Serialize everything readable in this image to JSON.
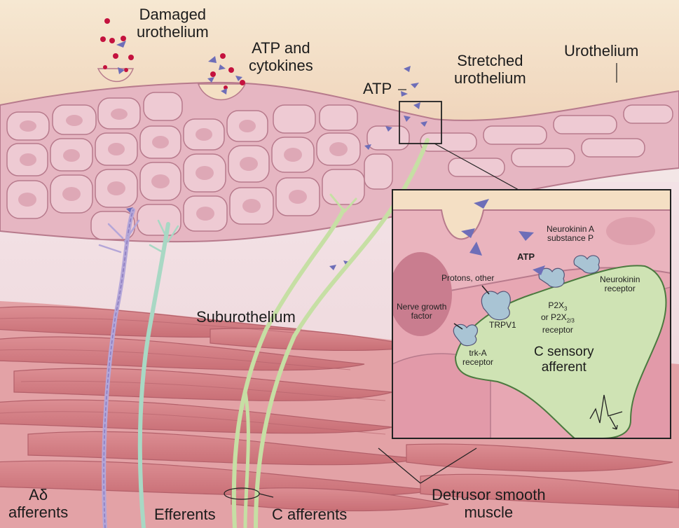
{
  "labels": {
    "damaged_urothelium": [
      "Damaged",
      "urothelium"
    ],
    "atp_cytokines": [
      "ATP and",
      "cytokines"
    ],
    "atp": "ATP",
    "stretched_urothelium": [
      "Stretched",
      "urothelium"
    ],
    "urothelium": "Urothelium",
    "suburothelium": "Suburothelium",
    "a_delta_afferents": [
      "Aδ",
      "afferents"
    ],
    "efferents": "Efferents",
    "c_afferents": "C afferents",
    "detrusor_smooth_muscle": [
      "Detrusor smooth",
      "muscle"
    ]
  },
  "inset": {
    "neurokinin_a": [
      "Neurokinin A",
      "substance P"
    ],
    "atp": "ATP",
    "protons": "Protons, other",
    "neurokinin_receptor": [
      "Neurokinin",
      "receptor"
    ],
    "p2x_line1": "P2X",
    "p2x_sub1": "3",
    "p2x_line2": "or P2X",
    "p2x_sub2": "2/3",
    "p2x_line3": "receptor",
    "nerve_growth_factor": [
      "Nerve growth",
      "factor"
    ],
    "trpv1": "TRPV1",
    "trk_a_receptor": [
      "trk-A",
      "receptor"
    ],
    "c_sensory_afferent": [
      "C sensory",
      "afferent"
    ]
  },
  "colors": {
    "urothelium_cell": "#e9bcc6",
    "urothelium_outline": "#b77a8c",
    "lumen": "#f4e2c8",
    "suburothelium": "#efd9de",
    "muscle": "#d7838a",
    "inset_cell": "#e7a7b3",
    "c_fiber": "#c6dfa4",
    "a_delta_fiber": "#b4a6d8",
    "efferent_fiber": "#a8d8c4",
    "atp_triangle": "#6e6eb8",
    "cytokine_dot": "#c4123e"
  }
}
